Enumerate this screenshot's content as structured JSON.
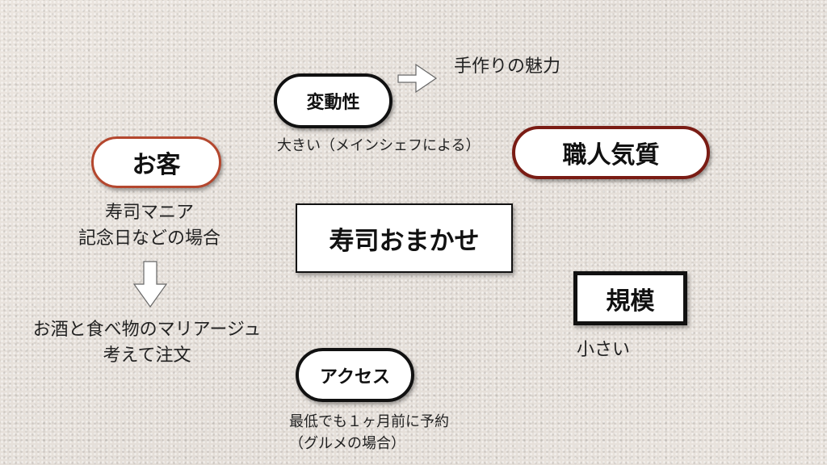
{
  "colors": {
    "accent_rust": "#b4472e",
    "accent_maroon": "#7a1c14",
    "border_dark": "#111111"
  },
  "nodes": {
    "center": "寿司おまかせ",
    "customer": "お客",
    "variability": "変動性",
    "craftsman": "職人気質",
    "scale": "規模",
    "access": "アクセス"
  },
  "labels": {
    "handmade_charm": "手作りの魅力",
    "variability_note": "大きい（メインシェフによる）",
    "customer_line1": "寿司マニア",
    "customer_line2": "記念日などの場合",
    "pairing_line1": "お酒と食べ物のマリアージュ",
    "pairing_line2": "考えて注文",
    "scale_note": "小さい",
    "access_line1": "最低でも１ヶ月前に予約",
    "access_line2": "（グルメの場合）"
  },
  "icons": {
    "right_arrow": "right-arrow-icon",
    "down_arrow": "down-arrow-icon"
  }
}
